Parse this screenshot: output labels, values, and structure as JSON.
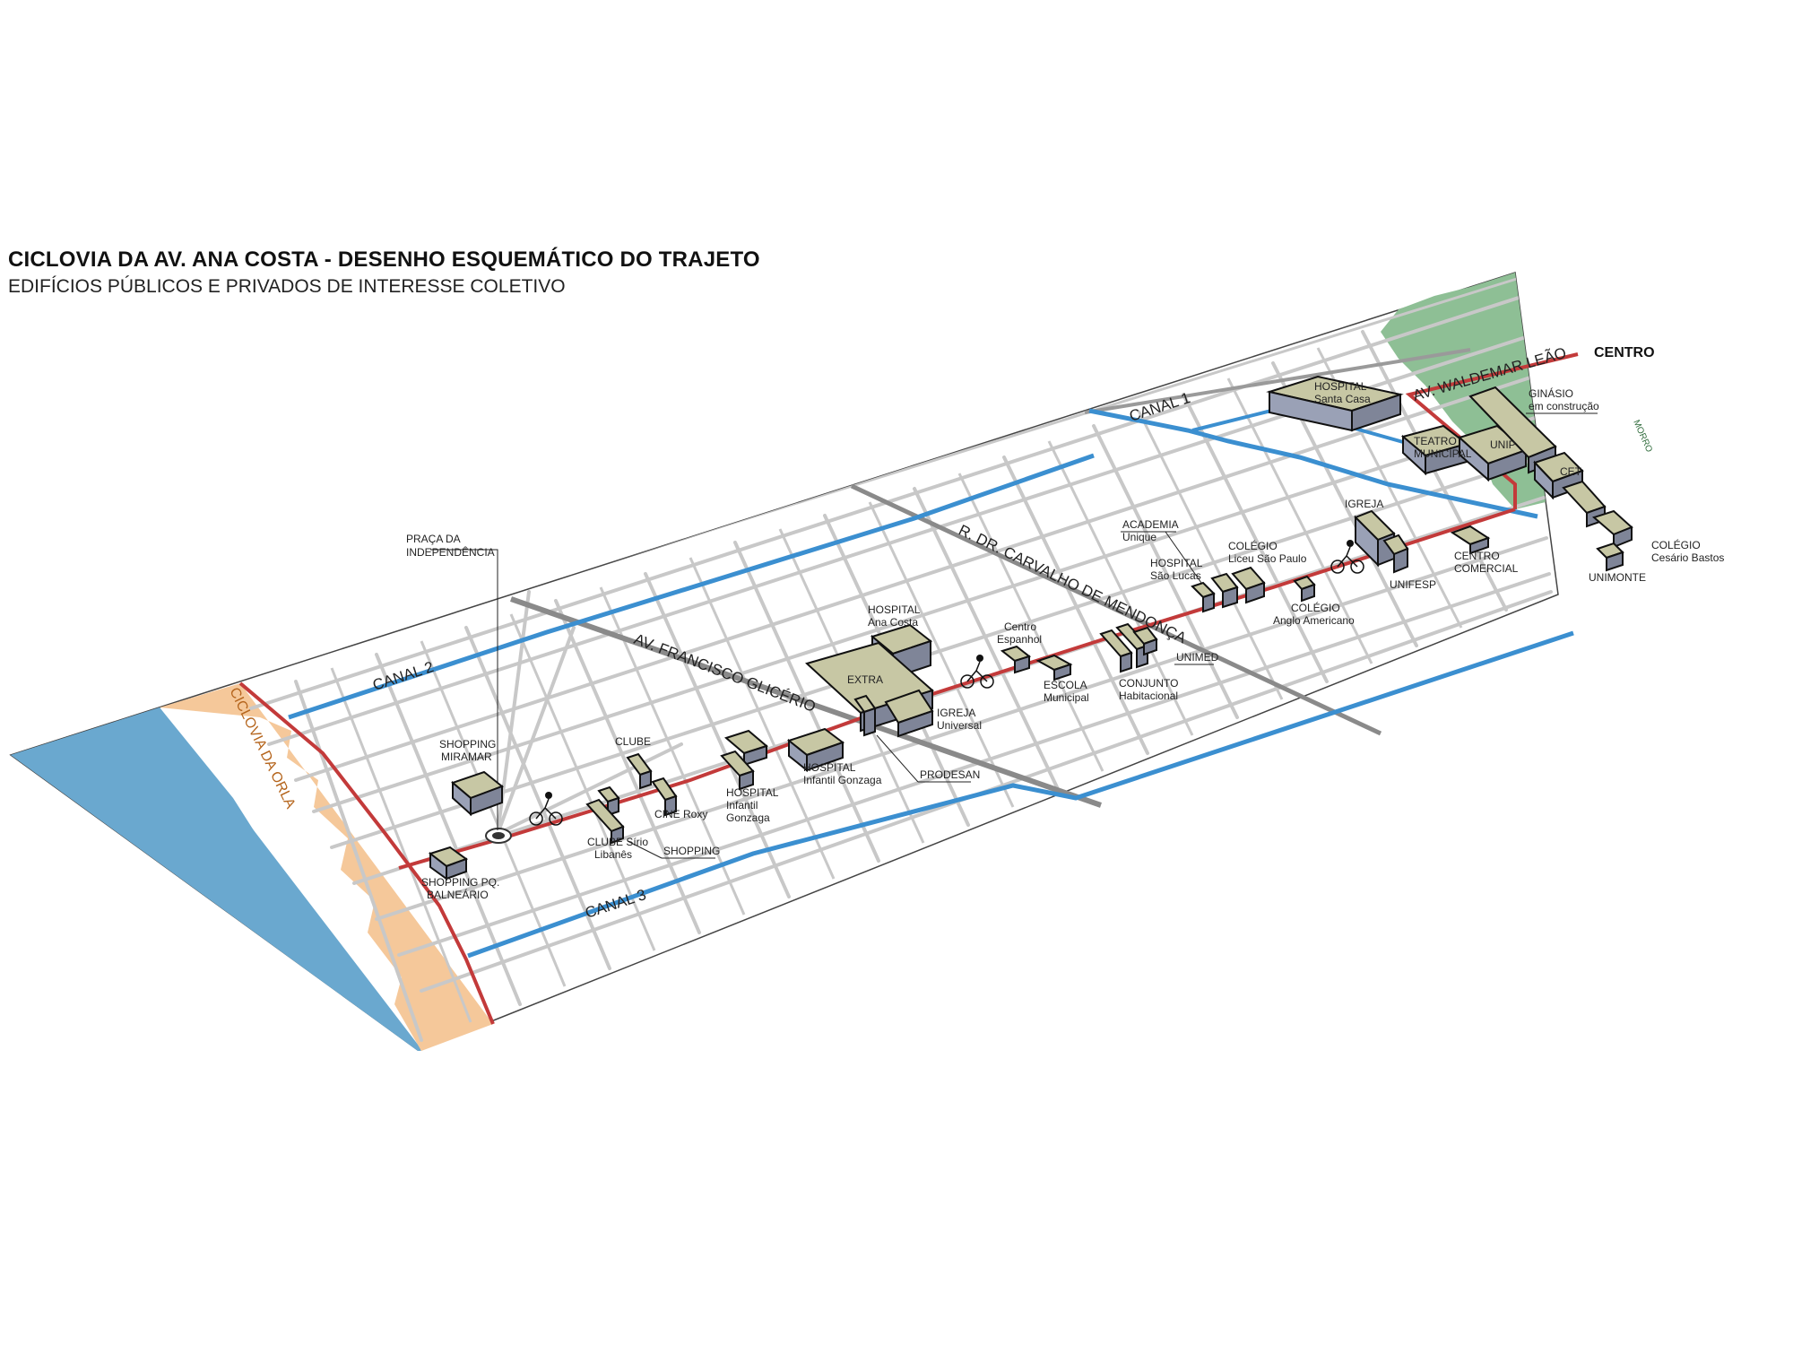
{
  "title": "CICLOVIA DA AV. ANA COSTA - DESENHO ESQUEMÁTICO DO TRAJETO",
  "subtitle": "EDIFÍCIOS PÚBLICOS E PRIVADOS DE INTERESSE COLETIVO",
  "colors": {
    "sea": "#6aa8cf",
    "beach": "#f5c89a",
    "canal": "#3b8fd0",
    "cycle_path": "#c33a3a",
    "hill": "#8ebf95",
    "building_top": "#c7c7a4",
    "building_side": "#7f8598",
    "street": "#c8c8c8",
    "avenue": "#8a8a8a"
  },
  "labels": {
    "centro": "CENTRO",
    "morro": "MORRO",
    "ciclovia_orla": "CICLOVIA DA ORLA",
    "canal_1": "CANAL 1",
    "canal_2": "CANAL 2",
    "canal_3": "CANAL 3",
    "av_waldemar": "AV. WALDEMAR LEÃO",
    "r_carvalho": "R. DR. CARVALHO DE MENDONÇA",
    "av_glicerio": "AV. FRANCISCO GLICÉRIO",
    "praca_1": "PRAÇA DA",
    "praca_2": "INDEPENDÊNCIA",
    "hospital_santa_casa_1": "HOSPITAL",
    "hospital_santa_casa_2": "Santa Casa",
    "ginasio_1": "GINÁSIO",
    "ginasio_2": "em construção",
    "teatro_1": "TEATRO",
    "teatro_2": "MUNICIPAL",
    "unip": "UNIP",
    "cet": "CET",
    "colegio_cesario_1": "COLÉGIO",
    "colegio_cesario_2": "Cesário Bastos",
    "unimonte": "UNIMONTE",
    "centro_comercial_1": "CENTRO",
    "centro_comercial_2": "COMERCIAL",
    "igreja": "IGREJA",
    "unifesp": "UNIFESP",
    "academia_1": "ACADEMIA",
    "academia_2": "Unique",
    "hospital_sao_lucas_1": "HOSPITAL",
    "hospital_sao_lucas_2": "São Lucas",
    "colegio_liceu_1": "COLÉGIO",
    "colegio_liceu_2": "Liceu São Paulo",
    "colegio_anglo_1": "COLÉGIO",
    "colegio_anglo_2": "Anglo Americano",
    "unimed": "UNIMED",
    "conjunto_1": "CONJUNTO",
    "conjunto_2": "Habitacional",
    "escola_1": "ESCOLA",
    "escola_2": "Municipal",
    "centro_espanhol_1": "Centro",
    "centro_espanhol_2": "Espanhol",
    "hospital_ana_costa_1": "HOSPITAL",
    "hospital_ana_costa_2": "Ana Costa",
    "extra": "EXTRA",
    "igreja_universal_1": "IGREJA",
    "igreja_universal_2": "Universal",
    "prodesan": "PRODESAN",
    "hospital_inf_gonzaga_1": "HOSPITAL",
    "hospital_inf_gonzaga_2": "Infantil Gonzaga",
    "hospital_inf_2_1": "HOSPITAL",
    "hospital_inf_2_2": "Infantil",
    "hospital_inf_2_3": "Gonzaga",
    "clube": "CLUBE",
    "cine_roxy": "CINE Roxy",
    "shopping": "SHOPPING",
    "clube_sirio_1": "CLUBE Sírio",
    "clube_sirio_2": "Libanês",
    "shopping_miramar_1": "SHOPPING",
    "shopping_miramar_2": "MIRAMAR",
    "shopping_balneario_1": "SHOPPING PQ.",
    "shopping_balneario_2": "BALNEÁRIO"
  }
}
